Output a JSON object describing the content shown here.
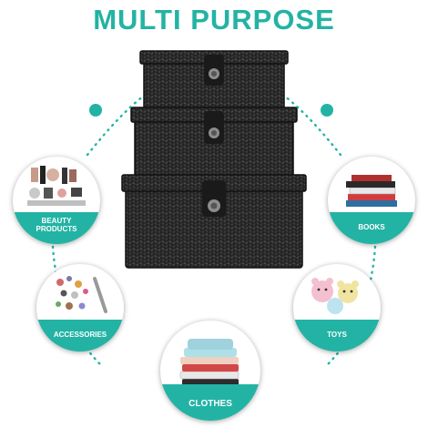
{
  "title": "MULTI PURPOSE",
  "colors": {
    "accent": "#23b3a4",
    "basket": "#262626",
    "background": "#ffffff"
  },
  "categories": [
    {
      "id": "beauty",
      "label": "BEAUTY PRODUCTS",
      "icon": "beauty-products-icon"
    },
    {
      "id": "books",
      "label": "BOOKS",
      "icon": "books-icon"
    },
    {
      "id": "accessories",
      "label": "ACCESSORIES",
      "icon": "accessories-icon"
    },
    {
      "id": "toys",
      "label": "TOYS",
      "icon": "toys-icon"
    },
    {
      "id": "clothes",
      "label": "CLOTHES",
      "icon": "clothes-icon"
    }
  ]
}
